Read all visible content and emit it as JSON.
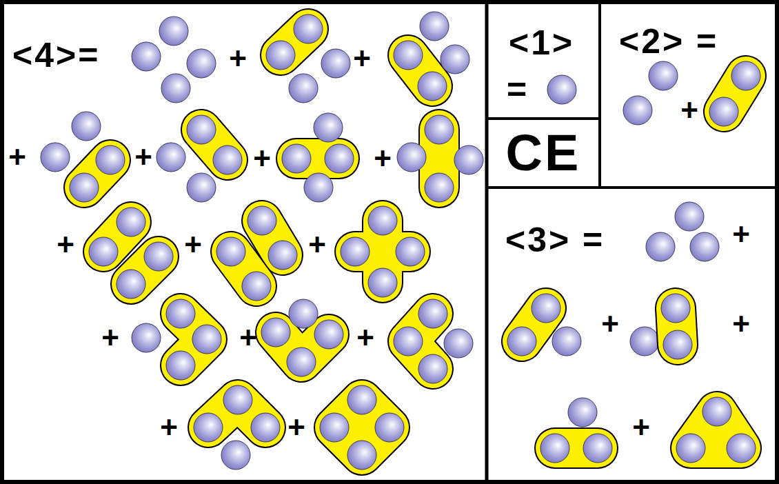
{
  "diagram": {
    "nodes": [
      {
        "text": [
          "<4>="
        ]
      },
      {
        "text": [
          "<1>",
          "="
        ]
      },
      {
        "text": [
          "<2> ="
        ]
      },
      {
        "text": [
          "CE"
        ]
      },
      {
        "text": [
          "<3> ="
        ]
      }
    ],
    "labels": [
      "+",
      "+",
      "+",
      "+",
      "+",
      "+",
      "+",
      "+",
      "+",
      "+",
      "+",
      "+",
      "+",
      "+",
      "+",
      "+",
      "+",
      "+",
      "+"
    ]
  }
}
